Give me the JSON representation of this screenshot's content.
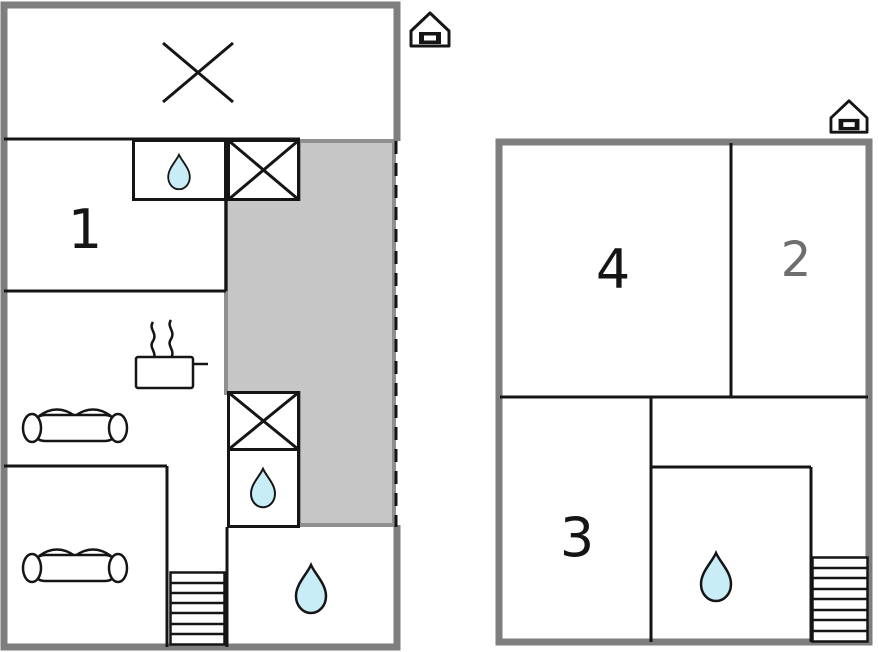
{
  "colors": {
    "wall_outer": "#7e7e7e",
    "wall_inner": "#151515",
    "terrace_fill": "#c6c6c6",
    "terrace_border": "#8f8f8f",
    "water_fill": "#c9edf6",
    "room2_label": "#6e6e6e",
    "label": "#151515",
    "background": "#ffffff"
  },
  "diagram_type": "vacation-home-floor-plan",
  "floors": [
    {
      "id": "left-plan",
      "rooms": [
        {
          "label": "1"
        }
      ],
      "features": [
        "entrance-house-icon",
        "skylight-cross-icon",
        "sink-water-drop-icon",
        "window-cross-icon",
        "window-cross-icon",
        "stove-icon",
        "sofa-icon",
        "sofa-icon",
        "stairs-icon",
        "toilet-water-drop-icon",
        "bathroom-water-drop-icon",
        "terrace-area",
        "dashed-opening-line"
      ]
    },
    {
      "id": "right-plan",
      "rooms": [
        {
          "label": "4"
        },
        {
          "label": "2"
        },
        {
          "label": "3"
        }
      ],
      "features": [
        "entrance-house-icon",
        "bathroom-water-drop-icon",
        "stairs-icon"
      ]
    }
  ]
}
